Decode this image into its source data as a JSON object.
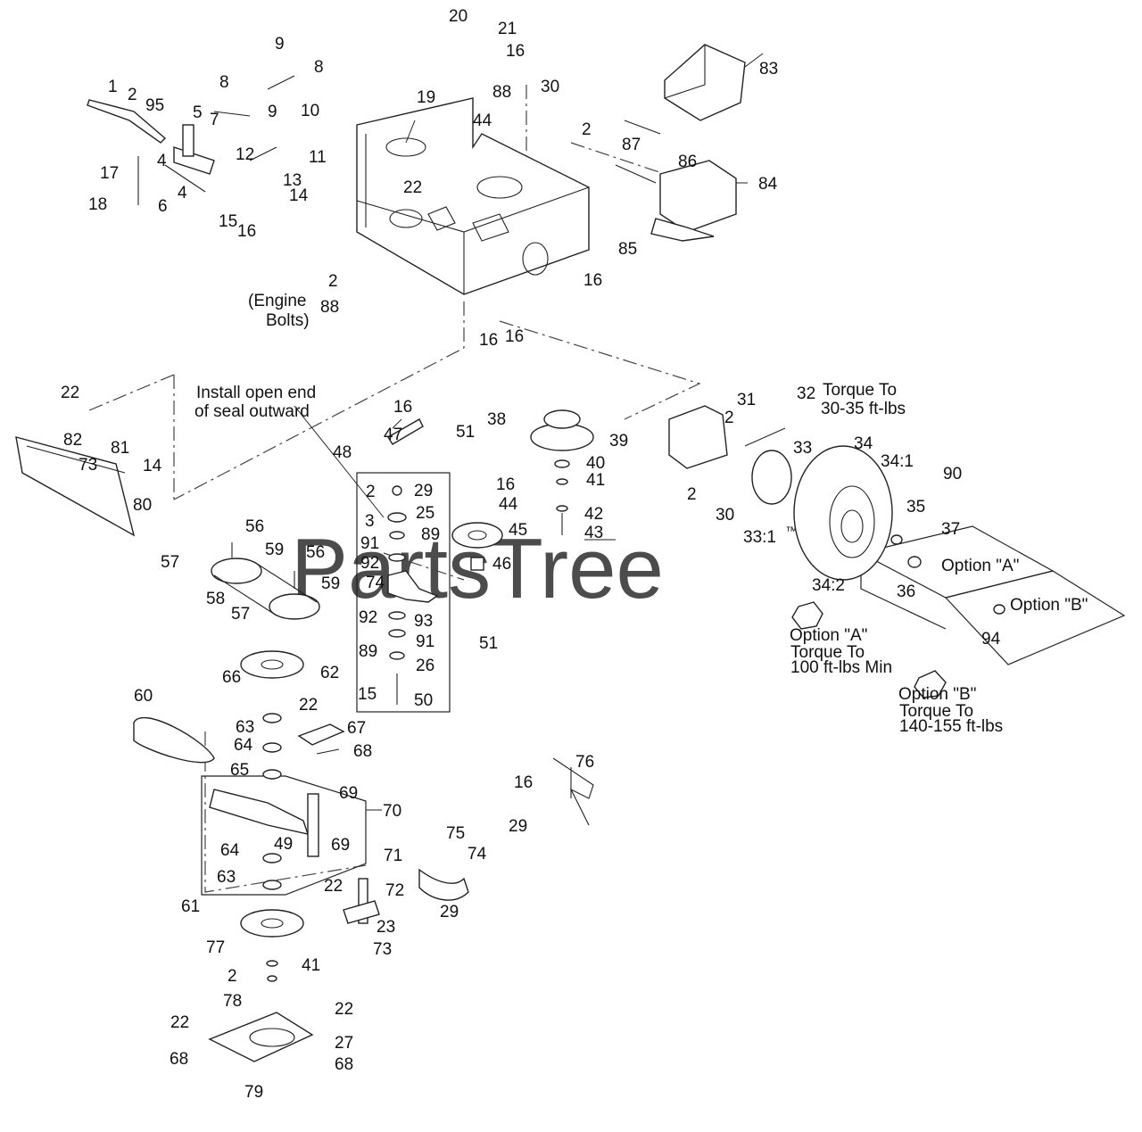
{
  "watermark": "PartsTree",
  "watermark_mark": "™",
  "notes": {
    "engine_bolts_1": "(Engine",
    "engine_bolts_2": "Bolts)",
    "seal_1": "Install open end",
    "seal_2": "of seal outward",
    "torque_32_1": "Torque To",
    "torque_32_2": "30-35 ft-lbs",
    "option_a": "Option \"A\"",
    "option_b": "Option \"B\"",
    "opt_a_torque_1": "Option \"A\"",
    "opt_a_torque_2": "Torque To",
    "opt_a_torque_3": "100 ft-lbs Min",
    "opt_b_torque_1": "Option \"B\"",
    "opt_b_torque_2": "Torque To",
    "opt_b_torque_3": "140-155 ft-lbs"
  },
  "callouts": [
    "1",
    "2",
    "95",
    "5",
    "7",
    "4",
    "17",
    "18",
    "6",
    "4",
    "15",
    "16",
    "9",
    "8",
    "8",
    "9",
    "10",
    "11",
    "12",
    "13",
    "14",
    "20",
    "21",
    "16",
    "19",
    "88",
    "44",
    "30",
    "2",
    "83",
    "87",
    "86",
    "84",
    "85",
    "22",
    "16",
    "2",
    "88",
    "16",
    "16",
    "22",
    "82",
    "81",
    "73",
    "14",
    "80",
    "16",
    "51",
    "47",
    "48",
    "2",
    "29",
    "3",
    "25",
    "91",
    "89",
    "92",
    "74",
    "92",
    "93",
    "91",
    "89",
    "26",
    "15",
    "50",
    "51",
    "38",
    "39",
    "40",
    "41",
    "16",
    "44",
    "42",
    "43",
    "45",
    "46",
    "31",
    "2",
    "32",
    "33",
    "34",
    "34:1",
    "90",
    "2",
    "30",
    "33:1",
    "35",
    "37",
    "36",
    "34:2",
    "94",
    "56",
    "57",
    "59",
    "56",
    "59",
    "58",
    "57",
    "62",
    "60",
    "66",
    "22",
    "63",
    "67",
    "64",
    "68",
    "65",
    "69",
    "70",
    "64",
    "49",
    "69",
    "63",
    "71",
    "72",
    "61",
    "22",
    "23",
    "77",
    "73",
    "41",
    "2",
    "78",
    "75",
    "74",
    "29",
    "76",
    "16",
    "29",
    "22",
    "22",
    "27",
    "68",
    "68",
    "79"
  ]
}
